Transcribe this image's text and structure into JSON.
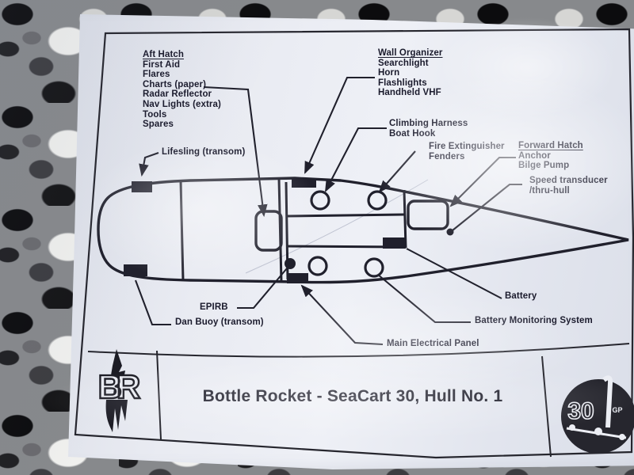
{
  "diagram": {
    "aft_hatch": {
      "title": "Aft Hatch",
      "items": [
        "First Aid",
        "Flares",
        "Charts (paper)",
        "Radar Reflector",
        "Nav Lights (extra)",
        "Tools",
        "Spares"
      ]
    },
    "wall_organizer": {
      "title": "Wall Organizer",
      "items": [
        "Searchlight",
        "Horn",
        "Flashlights",
        "Handheld VHF"
      ]
    },
    "forward_hatch": {
      "title": "Forward Hatch",
      "items": [
        "Anchor",
        "Bilge Pump"
      ]
    },
    "labels": {
      "climbing_harness": "Climbing Harness",
      "boat_hook": "Boat Hook",
      "fire_extinguisher": "Fire Extinguisher",
      "fenders": "Fenders",
      "speed_transducer_line1": "Speed transducer",
      "speed_transducer_line2": "/thru-hull",
      "lifesling": "Lifesling (transom)",
      "epirb": "EPIRB",
      "dan_buoy": "Dan Buoy (transom)",
      "main_electrical_panel": "Main Electrical Panel",
      "battery_monitoring_system": "Battery Monitoring System",
      "battery": "Battery"
    },
    "title_bar": {
      "title": "Bottle Rocket - SeaCart 30, Hull No. 1"
    },
    "logos": {
      "left_letters": "BR",
      "right_number": "30",
      "right_sub": "GP"
    },
    "colors": {
      "ink": "#20202c",
      "paper": "#e9ebf2",
      "logo_circle": "#26262e"
    }
  }
}
